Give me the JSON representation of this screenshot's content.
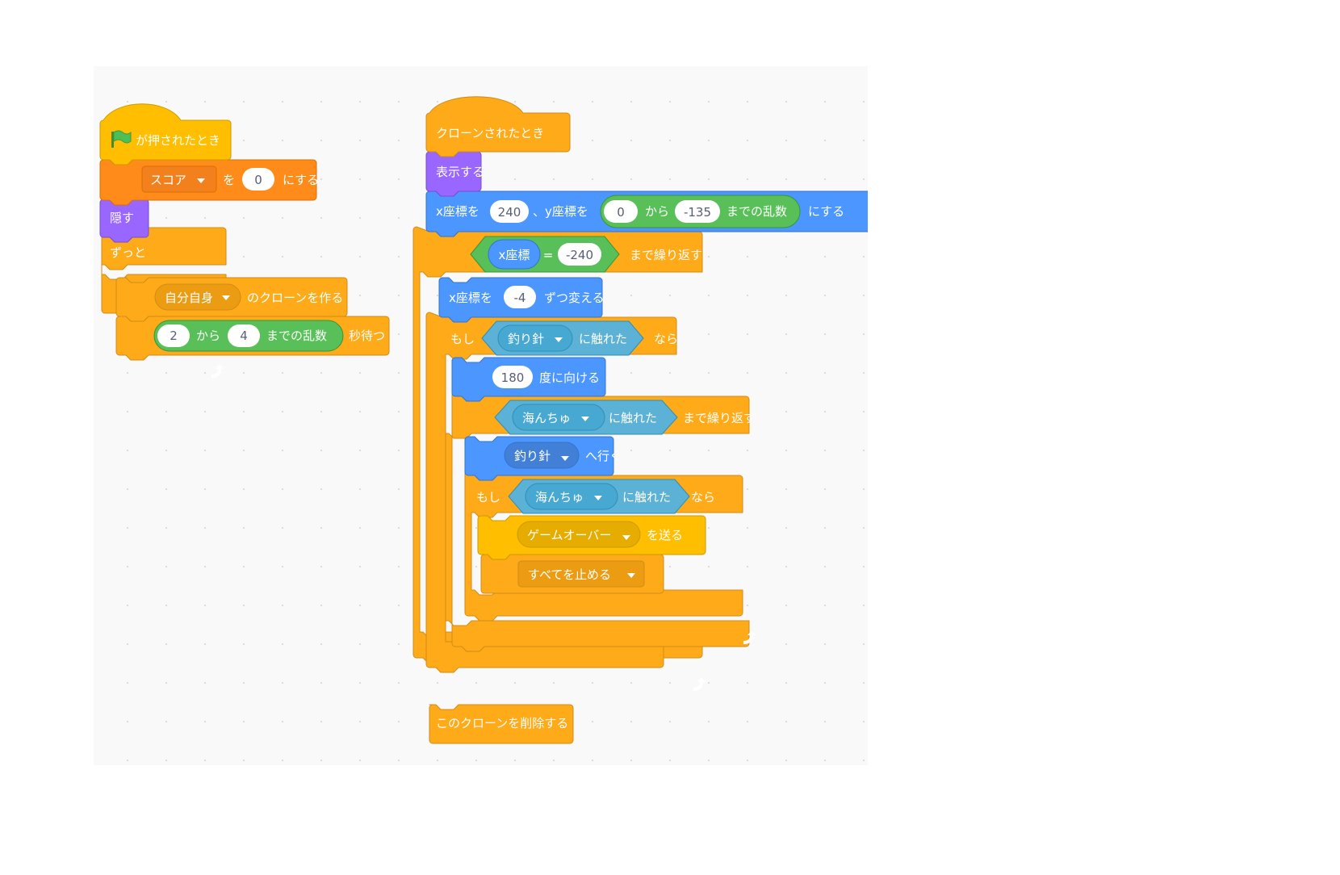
{
  "colors": {
    "events": "#ffbf00",
    "control": "#ffab19",
    "variables": "#ff8c1a",
    "looks": "#9966ff",
    "motion": "#4c97ff",
    "operators": "#59c059",
    "sensing": "#5cb1d6"
  },
  "script1": {
    "hat_label": "が押されたとき",
    "set_var": {
      "var": "スコア",
      "word": "を",
      "value": "0",
      "end": "にする"
    },
    "hide": "隠す",
    "forever": "ずっと",
    "clone": {
      "target": "自分自身",
      "label": "のクローンを作る"
    },
    "wait": {
      "from": "2",
      "kara": "から",
      "to": "4",
      "made": "までの乱数",
      "end": "秒待つ"
    }
  },
  "script2": {
    "hat_label": "クローンされたとき",
    "show": "表示する",
    "goto": {
      "x_label": "x座標を",
      "x": "240",
      "y_label": "、y座標を",
      "from": "0",
      "kara": "から",
      "to": "-135",
      "made": "までの乱数",
      "end": "にする"
    },
    "repeat_until": {
      "reporter": "x座標",
      "eq": "=",
      "value": "-240",
      "label": "まで繰り返す"
    },
    "change_x": {
      "label": "x座標を",
      "value": "-4",
      "end": "ずつ変える"
    },
    "if1": {
      "moshi": "もし",
      "target": "釣り針",
      "touch": "に触れた",
      "nara": "なら"
    },
    "point": {
      "value": "180",
      "label": "度に向ける"
    },
    "repeat_until2": {
      "target": "海んちゅ",
      "touch": "に触れた",
      "label": "まで繰り返す"
    },
    "goto_target": {
      "target": "釣り針",
      "label": "へ行く"
    },
    "if2": {
      "moshi": "もし",
      "target": "海んちゅ",
      "touch": "に触れた",
      "nara": "なら"
    },
    "broadcast": {
      "message": "ゲームオーバー",
      "label": "を送る"
    },
    "stop": {
      "option": "すべてを止める"
    },
    "delete_clone": "このクローンを削除する"
  }
}
